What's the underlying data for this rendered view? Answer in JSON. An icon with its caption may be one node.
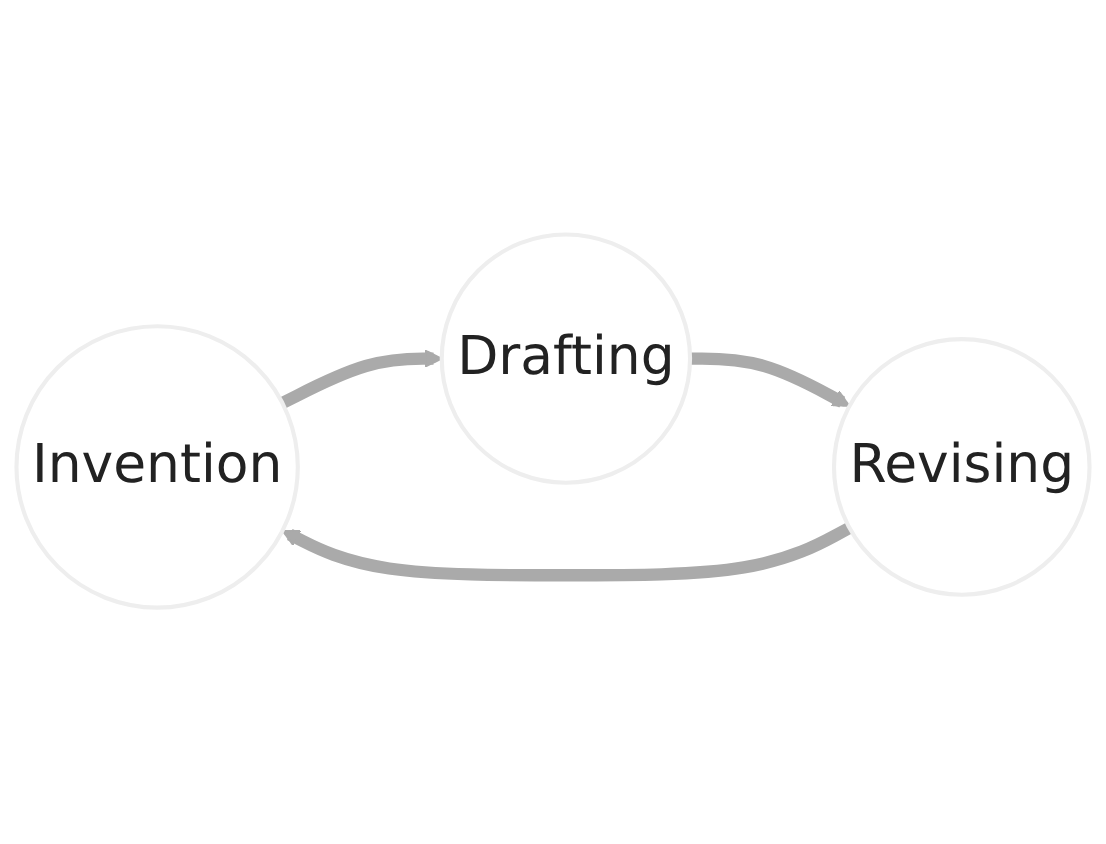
{
  "diagram": {
    "nodes": [
      {
        "text": [
          "Invention"
        ]
      },
      {
        "text": [
          "Drafting"
        ]
      },
      {
        "text": [
          "Revising"
        ]
      }
    ],
    "edges": [
      {
        "from": 0,
        "to": 1,
        "arrow": "to"
      },
      {
        "from": 1,
        "to": 2,
        "arrow": "to"
      },
      {
        "from": 2,
        "to": 0,
        "arrow": "to"
      }
    ]
  }
}
